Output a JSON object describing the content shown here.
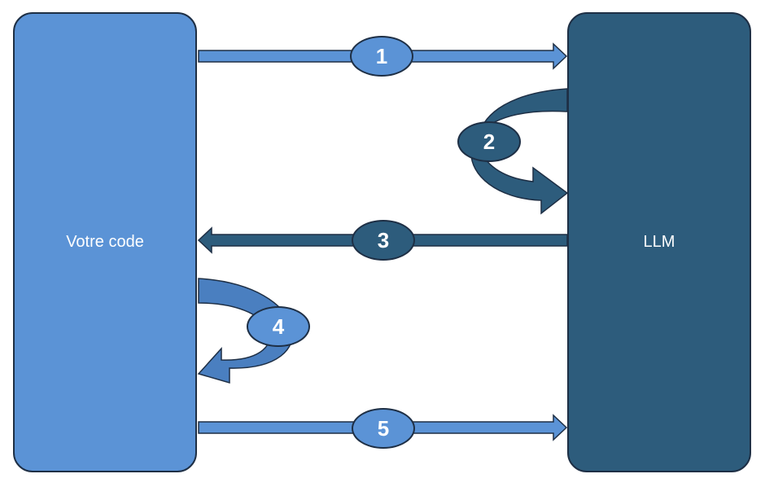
{
  "nodes": {
    "code": {
      "label": "Votre code",
      "color": "#5b93d6"
    },
    "llm": {
      "label": "LLM",
      "color": "#2d5c7c"
    }
  },
  "steps": [
    {
      "number": "1",
      "from": "Votre code",
      "to": "LLM"
    },
    {
      "number": "2",
      "from": "LLM",
      "to": "LLM"
    },
    {
      "number": "3",
      "from": "LLM",
      "to": "Votre code"
    },
    {
      "number": "4",
      "from": "Votre code",
      "to": "Votre code"
    },
    {
      "number": "5",
      "from": "Votre code",
      "to": "LLM"
    }
  ]
}
